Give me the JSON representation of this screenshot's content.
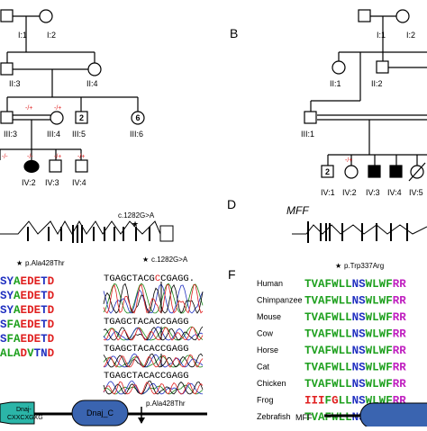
{
  "panels": {
    "B": "B",
    "D": "D",
    "F": "F"
  },
  "pedigree_a": {
    "gen1": [
      "I:1",
      "I:2"
    ],
    "gen2": [
      "II:3",
      "II:4"
    ],
    "gen3": [
      "III:3",
      "III:4",
      "III:5",
      "III:6"
    ],
    "gen3_counts": [
      "2",
      "6"
    ],
    "gen4": [
      "IV:2",
      "IV:3",
      "IV:4"
    ],
    "genotype_het": "-/+",
    "genotype_hom": "-/-"
  },
  "pedigree_b": {
    "gen1": [
      "I:1",
      "I:2"
    ],
    "gen2": [
      "II:1",
      "II:2"
    ],
    "gen3": [
      "III:1"
    ],
    "gen4": [
      "IV:1",
      "IV:2",
      "IV:3",
      "IV:4",
      "IV:5"
    ],
    "gen4_count": "2",
    "genotype_het": "-/+"
  },
  "gene_a": {
    "variant": "c.1282G>A"
  },
  "gene_d": {
    "name": "MFF"
  },
  "alignment_c": {
    "protein_change": "p.Ala428Thr",
    "cdna_change": "c.1282G>A",
    "sequences": [
      "SYAEDETD",
      "SYAEDETD",
      "SYAEDETD",
      "SFAEDETD",
      "SFAEDETD",
      "ALADVTND"
    ],
    "chromatogram_seqs": [
      "TGAGCTACGCCGAGG.",
      "TGAGCTACACCGAGG",
      "TGAGCTACACCGAGG",
      "TGAGCTACACCGAGG"
    ]
  },
  "alignment_f": {
    "protein_change": "p.Trp337Arg",
    "species": [
      "Human",
      "Chimpanzee",
      "Mouse",
      "Cow",
      "Horse",
      "Cat",
      "Chicken",
      "Frog",
      "Zebrafish"
    ],
    "sequences": [
      "TVAFWLLNSWLWFRR",
      "TVAFWLLNSWLWFRR",
      "TVAFWLLNSWLWFRR",
      "TVAFWLLNSWLWFRR",
      "TVAFWLLNSWLWFRR",
      "TVAFWLLNSWLWFRR",
      "TVAFWLLNSWLWFRR",
      "IIIFGLLNSWLWFRR",
      "TVAFWLLNSWLWFRR"
    ]
  },
  "domains": {
    "dnaj_label_1": "Dnaj-",
    "dnaj_label_2": "CXXCXGXG",
    "dnaj_c_label": "Dnaj_C",
    "variant": "p.Ala428Thr",
    "mff_label": "MFF"
  },
  "colors": {
    "affected": "#000000",
    "genotype": "#e02020",
    "variant_base": "#e02020",
    "dnaj_box": "#2bb5a8",
    "dnaj_c_box": "#3a64b0",
    "mff_box": "#3a64b0",
    "aa_green": "#1ea01e",
    "aa_red": "#e02020",
    "aa_blue": "#2030c0",
    "aa_magenta": "#c020c0"
  }
}
